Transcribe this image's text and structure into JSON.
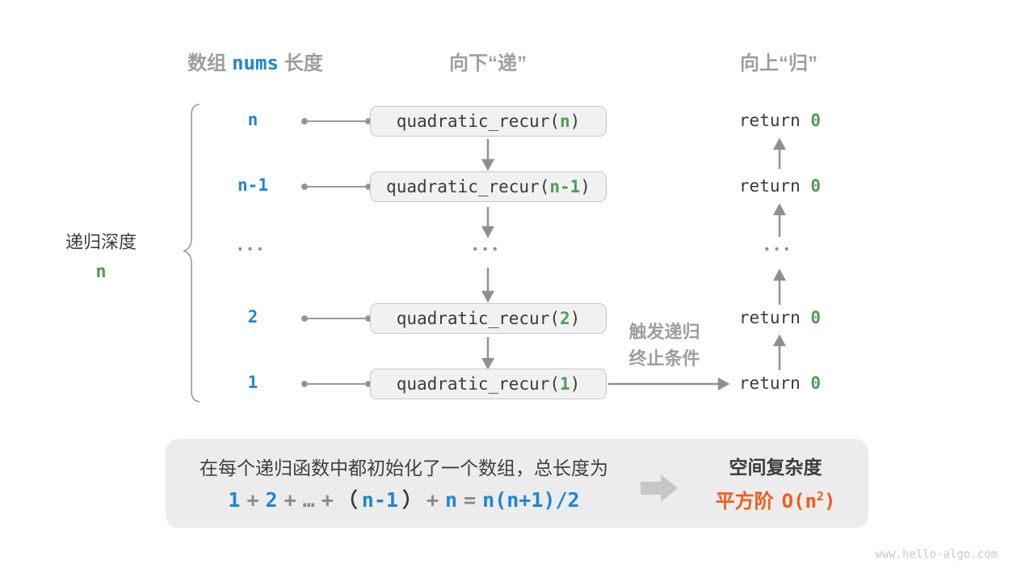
{
  "colors": {
    "blue": "#1c86d6",
    "green": "#4e9e52",
    "orange": "#f25c1a",
    "gray_label": "#9e9e9e",
    "dark_text": "#3c3c3c",
    "box_bg": "#f1f1f1",
    "box_border": "#c6c6c6",
    "arrow": "#8f8f8f",
    "panel_bg": "#ececec"
  },
  "headers": {
    "array_pre": "数组",
    "array_code": "nums",
    "array_post": "长度",
    "down": "向下“递”",
    "up": "向上“归”"
  },
  "depth": {
    "label": "递归深度",
    "value": "n"
  },
  "rows": [
    {
      "len": "n",
      "call_pre": "quadratic_recur(",
      "arg": "n",
      "call_post": ")",
      "ret_kw": "return",
      "ret_val": "0"
    },
    {
      "len": "n-1",
      "call_pre": "quadratic_recur(",
      "arg": "n-1",
      "call_post": ")",
      "ret_kw": "return",
      "ret_val": "0"
    },
    {
      "ellipsis": "•••"
    },
    {
      "len": "2",
      "call_pre": "quadratic_recur(",
      "arg": "2",
      "call_post": ")",
      "ret_kw": "return",
      "ret_val": "0"
    },
    {
      "len": "1",
      "call_pre": "quadratic_recur(",
      "arg": "1",
      "call_post": ")",
      "ret_kw": "return",
      "ret_val": "0"
    }
  ],
  "trigger": {
    "line1": "触发递归",
    "line2": "终止条件"
  },
  "panel": {
    "description": "在每个递归函数中都初始化了一个数组，总长度为",
    "formula": {
      "t1": "1",
      "p1": "+",
      "t2": "2",
      "p2": "+",
      "dots": "…",
      "p3": "+",
      "open": "（",
      "t3": "n-1",
      "close": "）",
      "p4": "+",
      "t4": "n",
      "eq": "=",
      "rhs": "n(n+1)/2"
    },
    "space_title": "空间复杂度",
    "space_order": "平方阶",
    "space_bigo_pre": "O(n",
    "space_sup": "2",
    "space_bigo_post": ")"
  },
  "watermark": "www.hello-algo.com"
}
